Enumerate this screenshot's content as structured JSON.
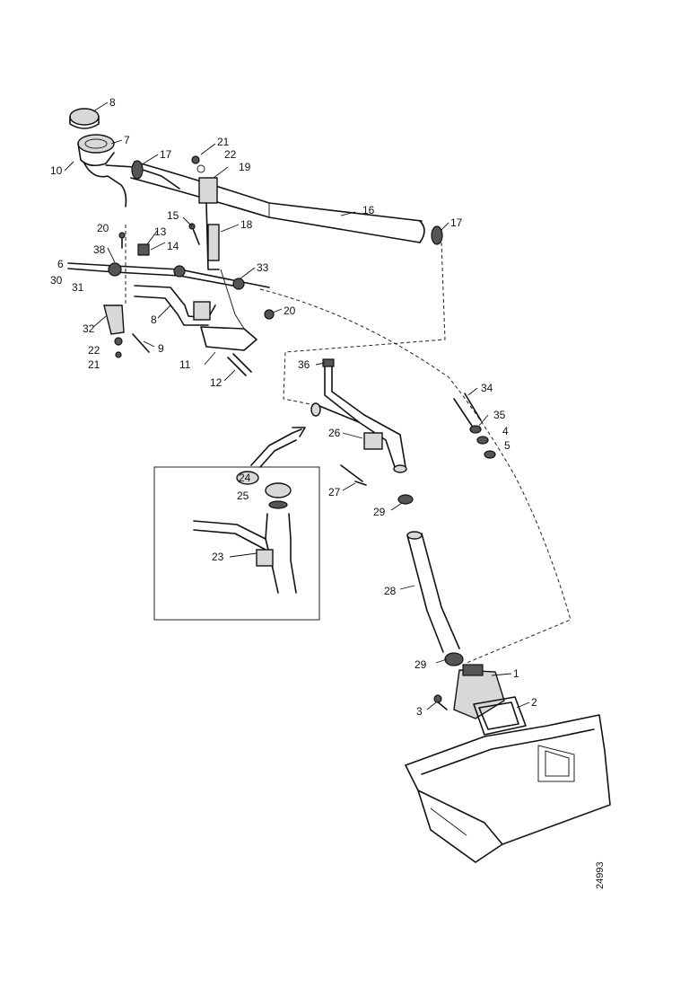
{
  "drawing_code": "24993",
  "callouts": {
    "c1": "1",
    "c2": "2",
    "c3": "3",
    "c4": "4",
    "c5": "5",
    "c6": "6",
    "c7": "7",
    "c8": "8",
    "c9": "9",
    "c10": "10",
    "c11": "11",
    "c12": "12",
    "c13": "13",
    "c14": "14",
    "c15": "15",
    "c16": "16",
    "c17a": "17",
    "c17b": "17",
    "c18": "18",
    "c19": "19",
    "c20a": "20",
    "c20b": "20",
    "c21a": "21",
    "c21b": "21",
    "c22a": "22",
    "c22b": "22",
    "c23": "23",
    "c24": "24",
    "c25": "25",
    "c26": "26",
    "c27": "27",
    "c28": "28",
    "c29a": "29",
    "c29b": "29",
    "c30": "30",
    "c31": "31",
    "c32": "32",
    "c33": "33",
    "c34": "34",
    "c35": "35",
    "c36": "36",
    "c38": "38"
  }
}
